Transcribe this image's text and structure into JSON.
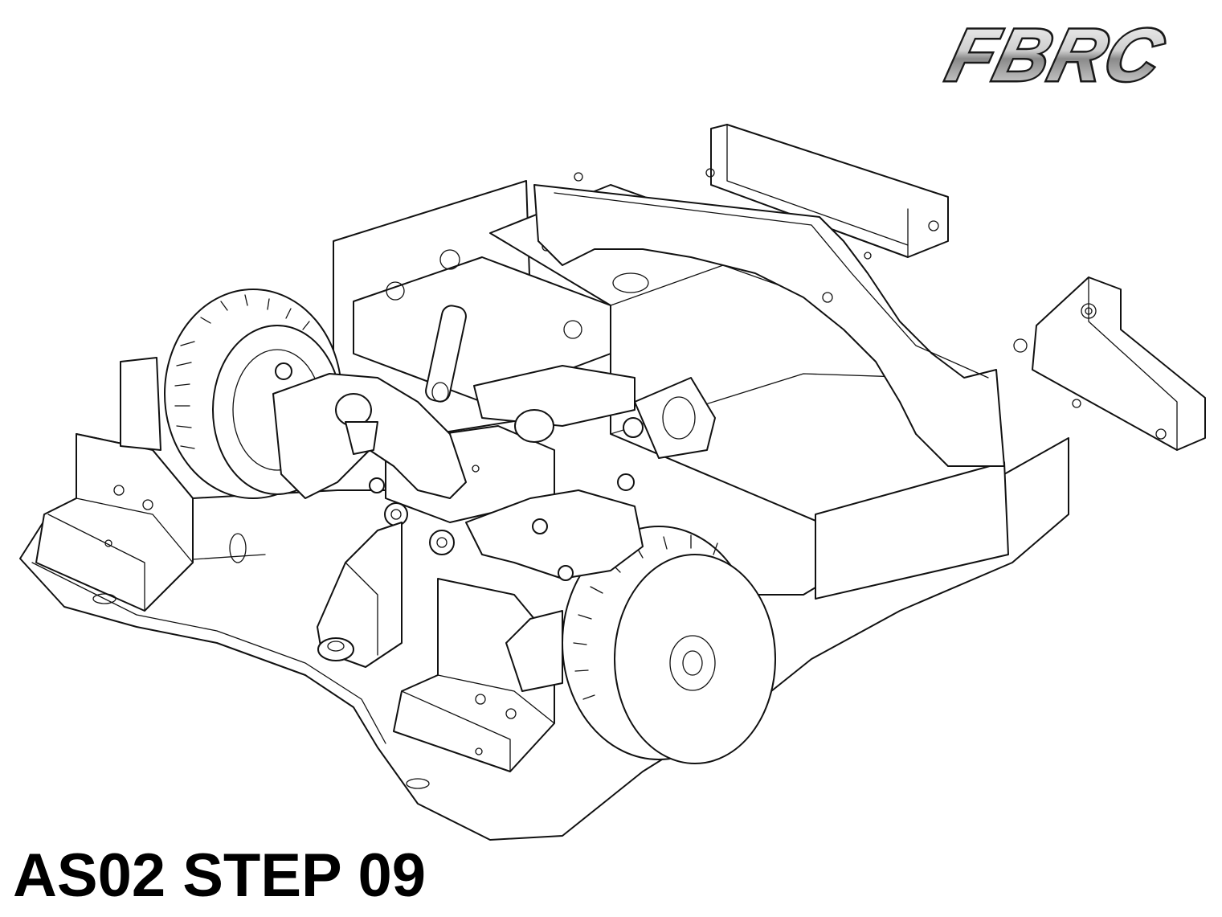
{
  "brand": {
    "logo_text": "FBRC",
    "colors": {
      "logo_fill_light": "#f2f2f2",
      "logo_fill_dark": "#7a7a7a",
      "logo_outline": "#1a1a1a",
      "line_art": "#111111",
      "background": "#ffffff"
    }
  },
  "illustration": {
    "icon": "rc-car-chassis-line-drawing"
  },
  "caption": {
    "step_title": "AS02 STEP 09"
  }
}
